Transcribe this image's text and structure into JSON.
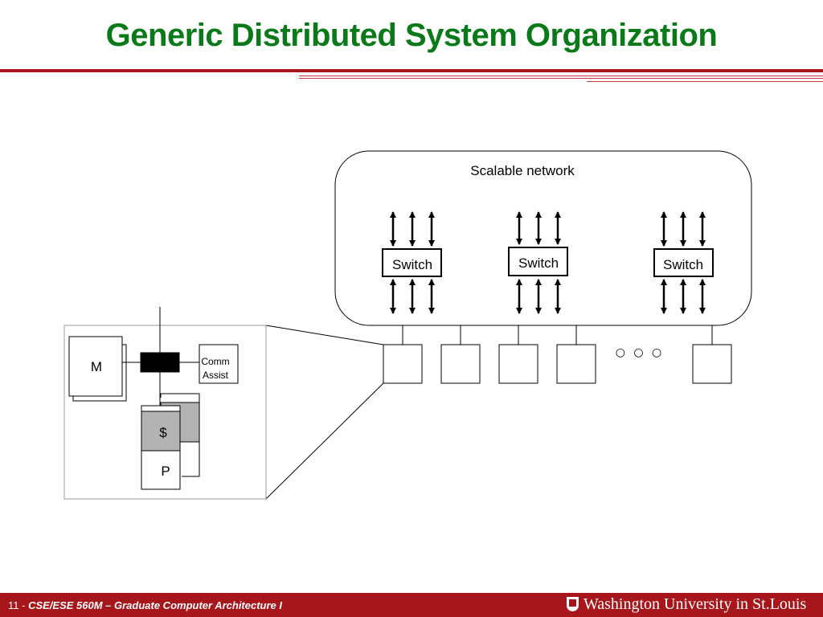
{
  "slide": {
    "title": "Generic Distributed System Organization"
  },
  "network": {
    "label": "Scalable network",
    "switches": [
      "Switch",
      "Switch",
      "Switch"
    ],
    "ellipsis": "○ ○ ○"
  },
  "node": {
    "memory_label": "M",
    "comm_assist_label": "Comm\nAssist",
    "cache_label": "$",
    "processor_label": "P"
  },
  "footer": {
    "page_number": "11 -",
    "course": "CSE/ESE 560M – Graduate Computer Architecture I",
    "university": "Washington University in St.Louis"
  },
  "colors": {
    "title": "#0a7a18",
    "brand": "#a6161b",
    "cache_fill": "#b3b3b3"
  }
}
